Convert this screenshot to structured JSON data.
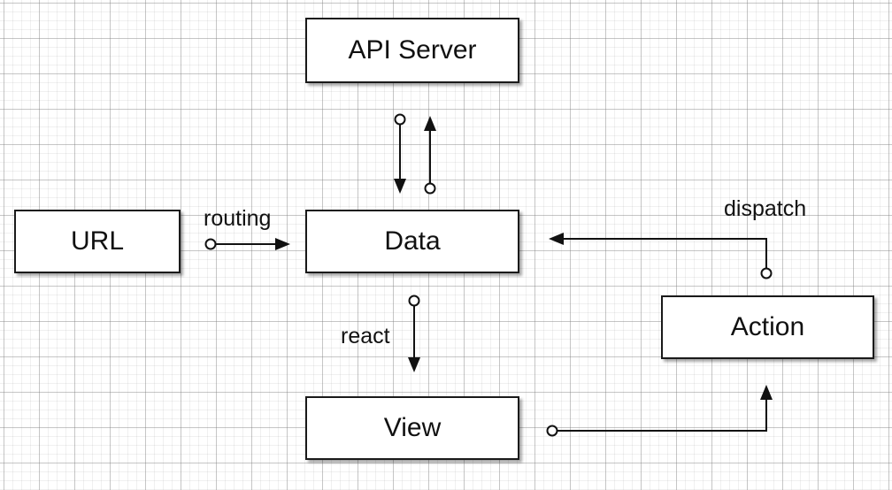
{
  "diagram": {
    "nodes": {
      "api_server": "API Server",
      "url": "URL",
      "data": "Data",
      "view": "View",
      "action": "Action"
    },
    "edge_labels": {
      "routing": "routing",
      "react": "react",
      "dispatch": "dispatch"
    },
    "colors": {
      "line": "#111111",
      "box_border": "#1a1a1a",
      "background": "#ffffff",
      "grid": "#d6d6d6"
    }
  }
}
